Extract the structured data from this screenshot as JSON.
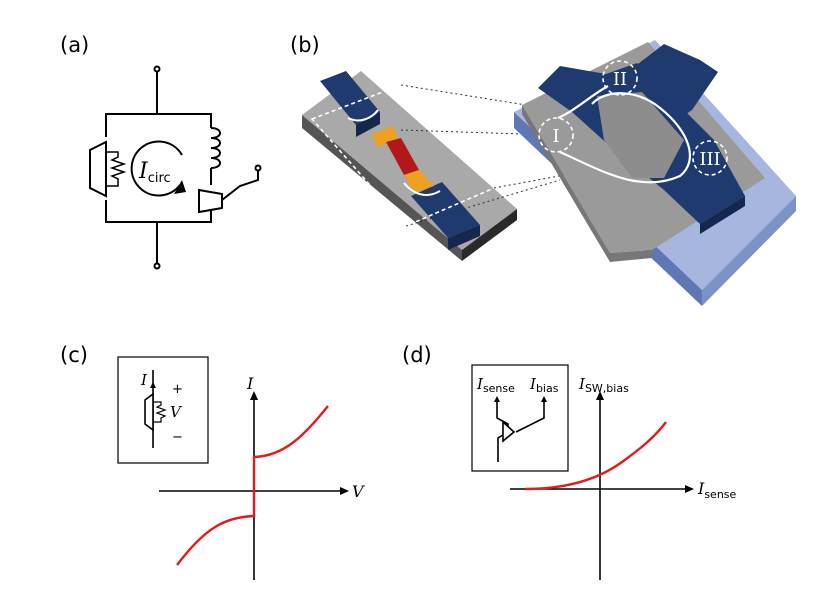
{
  "panels": {
    "a": {
      "label": "(a)",
      "current_symbol": "I",
      "current_sub": "circ"
    },
    "b": {
      "label": "(b)",
      "regions": [
        "I",
        "II",
        "III"
      ]
    },
    "c": {
      "label": "(c)",
      "inset_current": "I",
      "inset_plus": "+",
      "inset_voltage": "V",
      "inset_minus": "−",
      "y_axis": "I",
      "x_axis": "V"
    },
    "d": {
      "label": "(d)",
      "inset_sense": "I",
      "inset_sense_sub": "sense",
      "inset_bias": "I",
      "inset_bias_sub": "bias",
      "y_axis": "I",
      "y_axis_sub": "SW,bias",
      "x_axis": "I",
      "x_axis_sub": "sense"
    }
  },
  "colors": {
    "curve": "#e41a1c",
    "metal": "#1f3a6e",
    "substrate": "#7d93c8",
    "gray": "#8a8a8a",
    "junction_red": "#b0181a",
    "junction_orange": "#f0a020"
  }
}
